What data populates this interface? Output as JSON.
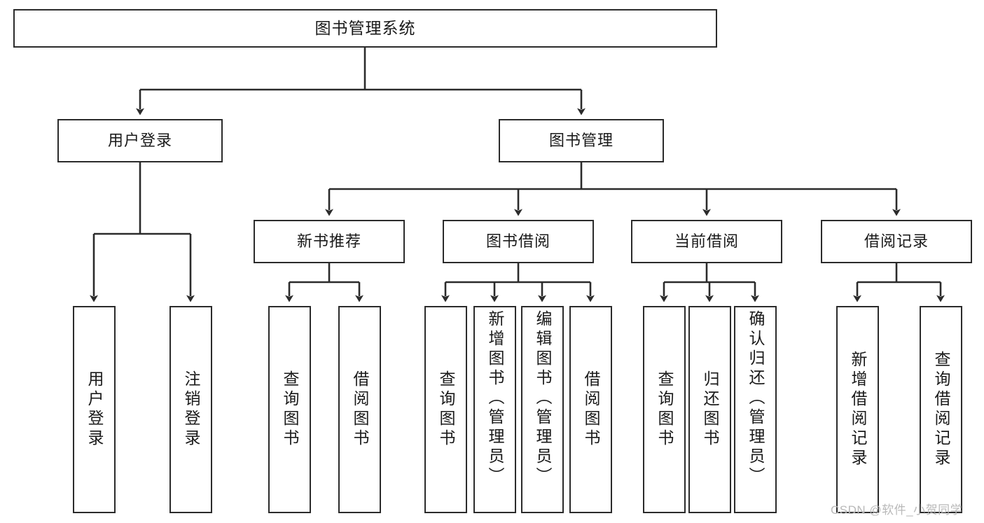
{
  "diagram": {
    "title": "图书管理系统",
    "type": "hierarchy-tree",
    "root": {
      "id": "root",
      "label": "图书管理系统",
      "orientation": "horizontal"
    },
    "level2": [
      {
        "id": "user-login",
        "label": "用户登录",
        "orientation": "horizontal"
      },
      {
        "id": "book-manage",
        "label": "图书管理",
        "orientation": "horizontal"
      }
    ],
    "level3": [
      {
        "id": "new-book-rec",
        "label": "新书推荐",
        "orientation": "horizontal",
        "parent": "book-manage"
      },
      {
        "id": "book-borrow",
        "label": "图书借阅",
        "orientation": "horizontal",
        "parent": "book-manage"
      },
      {
        "id": "current-borrow",
        "label": "当前借阅",
        "orientation": "horizontal",
        "parent": "book-manage"
      },
      {
        "id": "borrow-record",
        "label": "借阅记录",
        "orientation": "horizontal",
        "parent": "book-manage"
      }
    ],
    "leaves": {
      "user_login": [
        {
          "id": "leaf-user-login",
          "label": "用户登录"
        },
        {
          "id": "leaf-user-logout",
          "label": "注销登录"
        }
      ],
      "new_book_rec": [
        {
          "id": "leaf-query-book-1",
          "label": "查询图书"
        },
        {
          "id": "leaf-borrow-book-1",
          "label": "借阅图书"
        }
      ],
      "book_borrow": [
        {
          "id": "leaf-query-book-2",
          "label": "查询图书"
        },
        {
          "id": "leaf-add-book",
          "label": "新增图书（管理员）"
        },
        {
          "id": "leaf-edit-book",
          "label": "编辑图书（管理员）"
        },
        {
          "id": "leaf-borrow-book-2",
          "label": "借阅图书"
        }
      ],
      "current_borrow": [
        {
          "id": "leaf-query-book-3",
          "label": "查询图书"
        },
        {
          "id": "leaf-return-book",
          "label": "归还图书"
        },
        {
          "id": "leaf-confirm-return",
          "label": "确认归还（管理员）"
        }
      ],
      "borrow_record": [
        {
          "id": "leaf-add-record",
          "label": "新增借阅记录"
        },
        {
          "id": "leaf-query-record",
          "label": "查询借阅记录"
        }
      ]
    }
  },
  "watermark": {
    "text": "CSDN @软件_小贺同学"
  },
  "colors": {
    "box_border": "#2b2b2b",
    "box_fill": "#ffffff",
    "text": "#1a1a1a",
    "connector": "#2b2b2b",
    "watermark": "#b9b9b9",
    "background": "#ffffff"
  }
}
